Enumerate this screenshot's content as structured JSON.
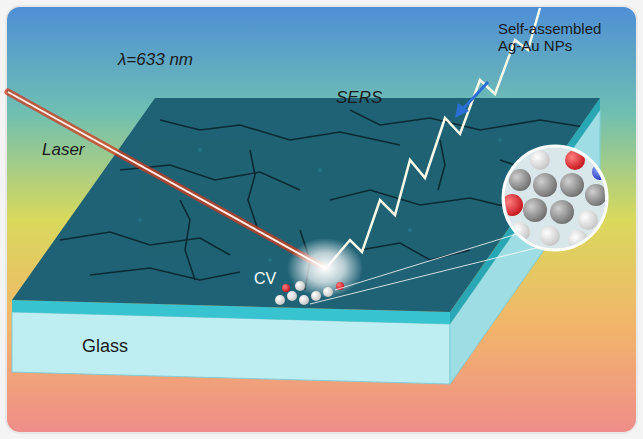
{
  "diagram": {
    "labels": [
      "λ=633 nm",
      "Laser",
      "SERS",
      "Self-assembled Ag-Au NPs",
      "CV",
      "Glass"
    ]
  }
}
